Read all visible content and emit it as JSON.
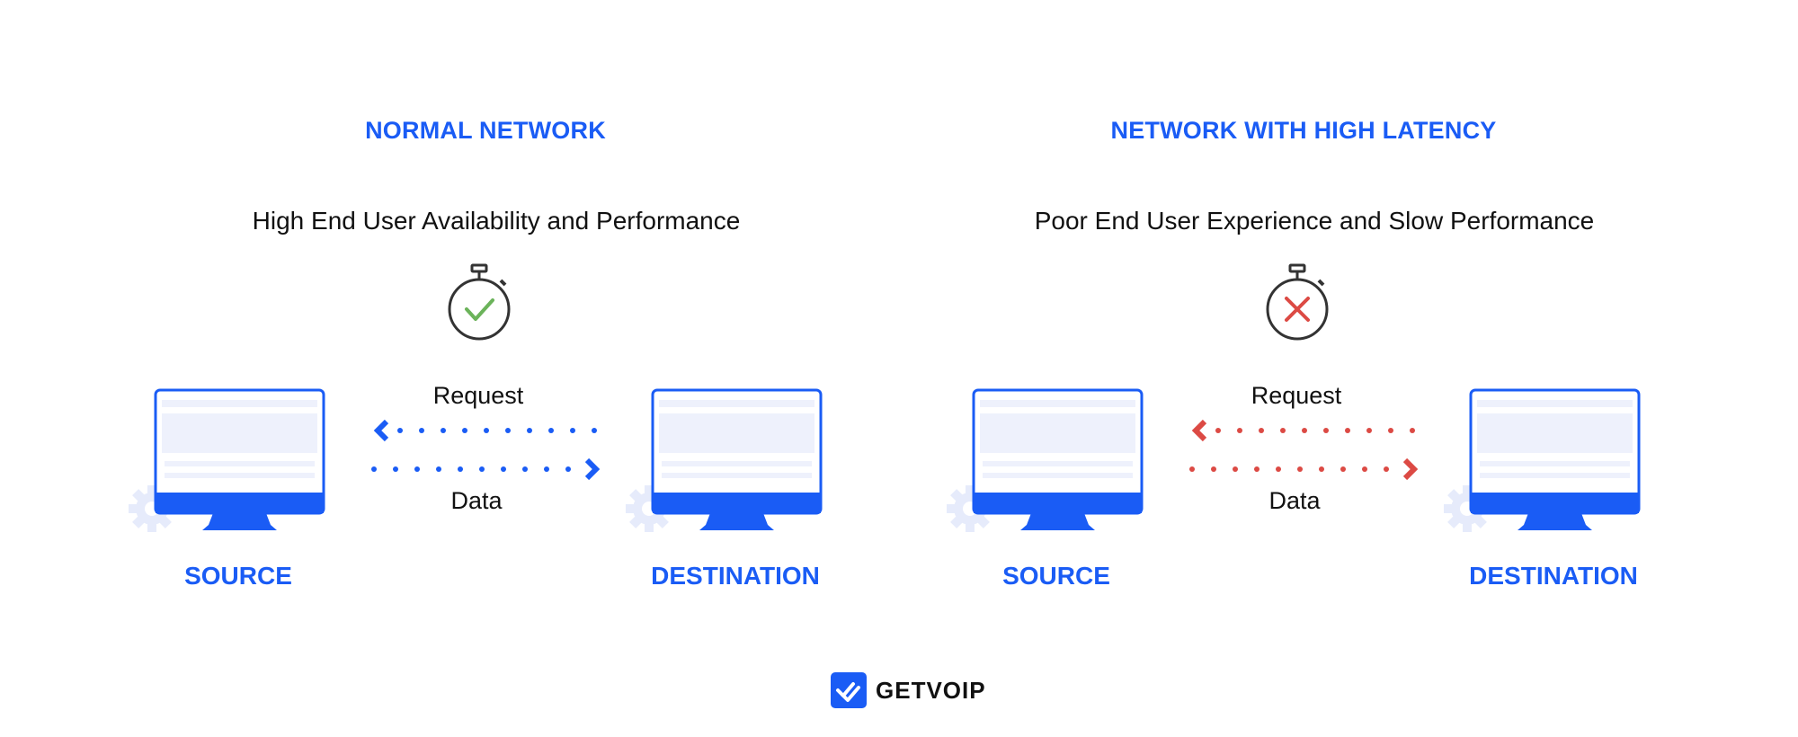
{
  "panels": [
    {
      "title": "NORMAL NETWORK",
      "subtitle": "High End User Availability and Performance",
      "status_icon": "stopwatch-check-icon",
      "request_label": "Request",
      "data_label": "Data",
      "source_label": "SOURCE",
      "destination_label": "DESTINATION",
      "arrow_color": "#1a5cf5",
      "status_color": "#6bb35a"
    },
    {
      "title": "NETWORK WITH HIGH LATENCY",
      "subtitle": "Poor End User Experience and Slow Performance",
      "status_icon": "stopwatch-x-icon",
      "request_label": "Request",
      "data_label": "Data",
      "source_label": "SOURCE",
      "destination_label": "DESTINATION",
      "arrow_color": "#dc4a44",
      "status_color": "#dc4a44"
    }
  ],
  "brand": {
    "name": "GETVOIP",
    "logo_icon": "checkmark-badge-icon",
    "color": "#1a5cf5"
  },
  "colors": {
    "accent": "#1a5cf5",
    "screen_light": "#eef1fc",
    "gear": "#e6ebfb"
  }
}
